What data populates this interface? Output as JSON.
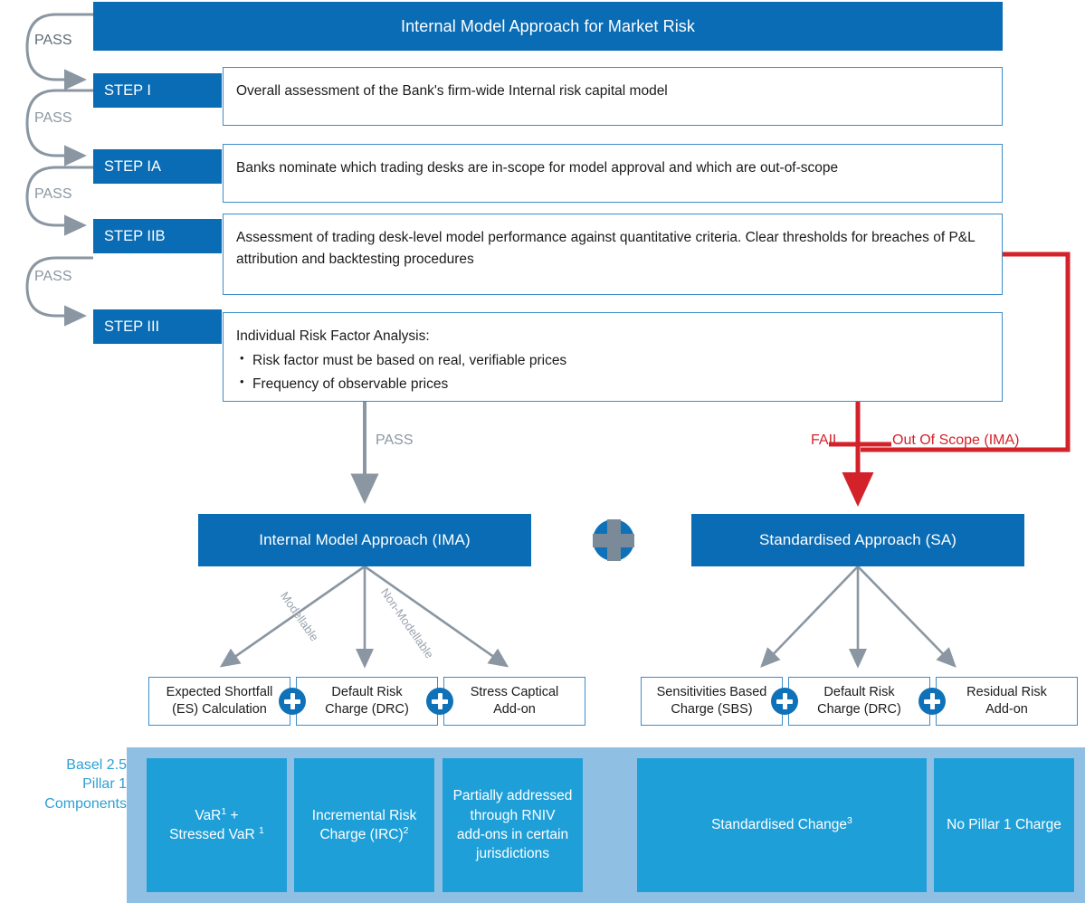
{
  "title": "Internal Model Approach for Market Risk",
  "steps": [
    {
      "tag": "STEP I",
      "desc": "Overall assessment of the Bank's firm-wide Internal risk capital model",
      "bullets": []
    },
    {
      "tag": "STEP IA",
      "desc": "Banks nominate which trading desks are in-scope for model approval and which are out-of-scope",
      "bullets": []
    },
    {
      "tag": "STEP IIB",
      "desc": "Assessment of trading desk-level model performance against quantitative criteria.  Clear thresholds for breaches of P&L attribution and backtesting procedures",
      "bullets": []
    },
    {
      "tag": "STEP III",
      "desc": "Individual Risk Factor Analysis:",
      "bullets": [
        "Risk factor must be based on real, verifiable prices",
        "Frequency of observable prices"
      ]
    }
  ],
  "pass_labels": [
    "PASS",
    "PASS",
    "PASS",
    "PASS"
  ],
  "flow_labels": {
    "pass": "PASS",
    "fail": "FAIL",
    "out_of_scope": "Out Of Scope (IMA)",
    "modellable": "Modellable",
    "non_modellable": "Non-Modellable"
  },
  "approaches": {
    "ima": "Internal Model Approach (IMA)",
    "sa": "Standardised Approach (SA)",
    "combiner": "plus"
  },
  "ima_components": [
    "Expected Shortfall (ES) Calculation",
    "Default Risk Charge (DRC)",
    "Stress Captical Add-on"
  ],
  "ima_components_lines": [
    [
      "Expected Shortfall",
      "(ES) Calculation"
    ],
    [
      "Default Risk",
      "Charge (DRC)"
    ],
    [
      "Stress Captical",
      "Add-on"
    ]
  ],
  "sa_components_lines": [
    [
      "Sensitivities Based",
      "Charge  (SBS)"
    ],
    [
      "Default Risk",
      "Charge (DRC)"
    ],
    [
      "Residual Risk",
      "Add-on"
    ]
  ],
  "basel": {
    "label_lines": [
      "Basel 2.5",
      "Pillar 1",
      "Components"
    ],
    "boxes": [
      {
        "lines": [
          "VaR¹ +",
          "Stressed VaR ¹"
        ]
      },
      {
        "lines": [
          "Incremental Risk",
          "Charge (IRC)²"
        ]
      },
      {
        "lines": [
          "Partially addressed",
          "through RNIV",
          "add-ons in certain",
          "jurisdictions"
        ]
      },
      {
        "lines": [
          "Standardised Change³"
        ]
      },
      {
        "lines": [
          "No Pillar 1 Charge"
        ]
      }
    ]
  },
  "colors": {
    "dark_blue": "#0a6cb4",
    "mid_blue": "#1f9fd8",
    "pale_blue": "#8fc0e4",
    "outline_blue": "#3d8dc9",
    "gray": "#8a96a1",
    "red": "#d3222a",
    "white": "#ffffff"
  }
}
